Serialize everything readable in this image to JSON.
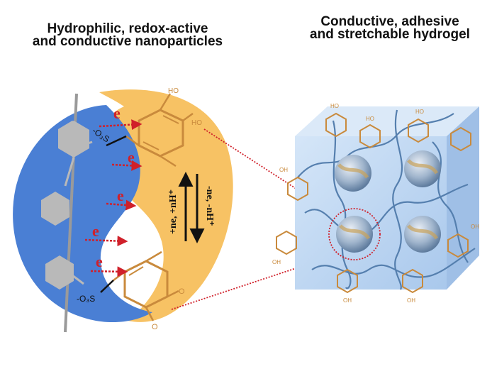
{
  "titles": {
    "left_line1": "Hydrophilic, redox-active",
    "left_line2": "and conductive nanoparticles",
    "right_line1": "Conductive, adhesive",
    "right_line2": "and stretchable hydrogel"
  },
  "labels": {
    "electron": "e",
    "sulfonate_top": "-O₃S",
    "sulfonate_bottom": "-O₃S",
    "oh_top_1": "HO",
    "oh_top_2": "HO",
    "ketone_1": "O",
    "ketone_2": "O",
    "reduction": "+ne, +nH⁺",
    "oxidation": "-ne, -nH⁺",
    "hydrogel_oh": "OH",
    "hydrogel_ho": "HO"
  },
  "colors": {
    "polymer_blue": "#4a7fd4",
    "nanoparticle_orange": "#f7c264",
    "catechol_brown": "#c98a3c",
    "electron_red": "#d0202a",
    "hexagon_gray": "#b9b9b9",
    "gel_blue": "#bcd6f3"
  }
}
